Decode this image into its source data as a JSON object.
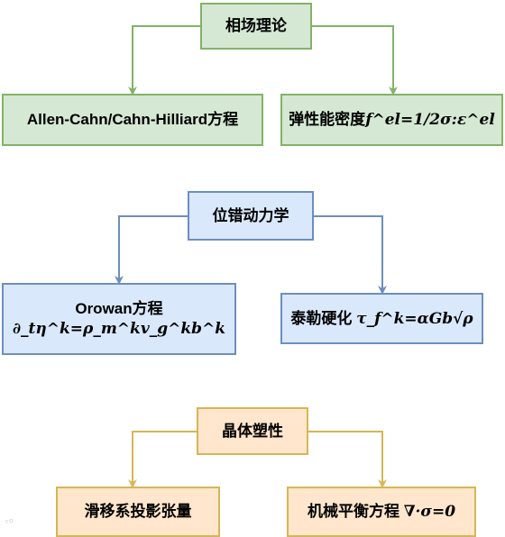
{
  "top": {
    "root": "相场理论",
    "left": "Allen-Cahn/Cahn-Hilliard方程",
    "right_prefix": "弹性能密度",
    "right_formula": "f^el=1/2σ:ε^el"
  },
  "middle": {
    "root": "位错动力学",
    "left_line1": "Orowan方程",
    "left_line2": "∂_tη^k=ρ_m^kv_g^kb^k",
    "right_prefix": "泰勒硬化",
    "right_formula": "τ_f^k=αGb√ρ"
  },
  "bottom": {
    "root": "晶体塑性",
    "left": "滑移系投影张量",
    "right_prefix": "机械平衡方程",
    "right_formula": "∇·σ=0"
  },
  "colors": {
    "green_fill": "#d5e8d4",
    "green_stroke": "#82b366",
    "blue_fill": "#dae8fc",
    "blue_stroke": "#6c8ebf",
    "orange_fill": "#ffe6cc",
    "orange_stroke": "#d6b656"
  }
}
